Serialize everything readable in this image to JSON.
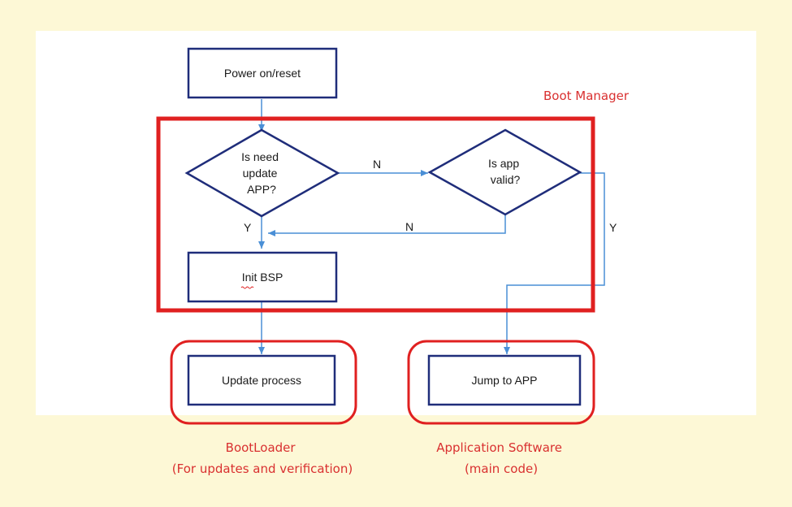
{
  "colors": {
    "background": "#fdf8d6",
    "canvas": "#ffffff",
    "node_border": "#1f2d7a",
    "edge": "#4a8fd6",
    "highlight": "#e02020",
    "annotation_text": "#d93030"
  },
  "nodes": {
    "power_on": {
      "label": "Power on/reset"
    },
    "need_update": {
      "lines": [
        "Is need",
        "update",
        "APP?"
      ]
    },
    "app_valid": {
      "lines": [
        "Is app",
        "valid?"
      ]
    },
    "init_bsp": {
      "label": "Init BSP"
    },
    "update_process": {
      "label": "Update process"
    },
    "jump_to_app": {
      "label": "Jump to APP"
    }
  },
  "edges": {
    "need_update_no": "N",
    "need_update_yes": "Y",
    "app_valid_no": "N",
    "app_valid_yes": "Y"
  },
  "annotations": {
    "boot_manager": "Boot Manager",
    "bootloader": {
      "line1": "BootLoader",
      "line2": "(For updates and verification)"
    },
    "application": {
      "line1": "Application Software",
      "line2": "(main code)"
    }
  }
}
